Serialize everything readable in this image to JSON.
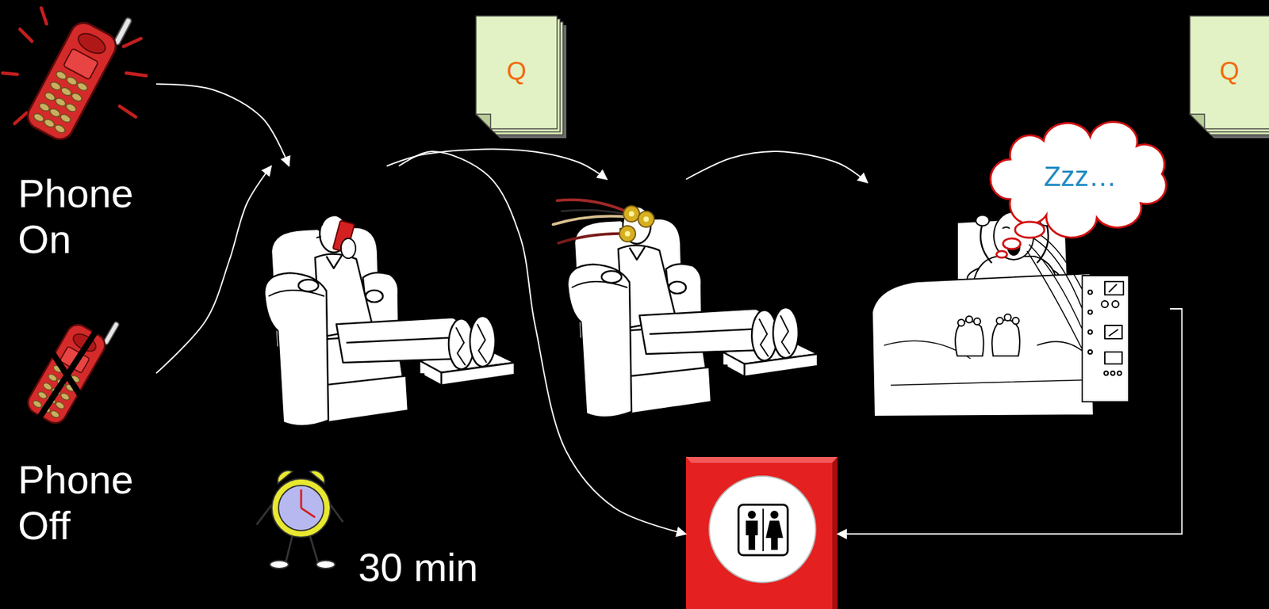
{
  "diagram": {
    "nodes": [
      {
        "text": [
          "Phone On"
        ]
      },
      {
        "text": [
          "Phone Off"
        ]
      },
      {
        "text": [
          "30 min"
        ]
      },
      {
        "text": [
          "Q"
        ]
      },
      {
        "text": []
      },
      {
        "text": [
          "Q"
        ]
      },
      {
        "text": [
          "Zzz…"
        ]
      },
      {
        "text": []
      }
    ],
    "edges": [
      {
        "from": 0,
        "to": 2,
        "arrow": "to"
      },
      {
        "from": 1,
        "to": 2,
        "arrow": "to"
      },
      {
        "from": 2,
        "to": 4,
        "arrow": "to"
      },
      {
        "from": 2,
        "to": 7,
        "arrow": "to"
      },
      {
        "from": 4,
        "to": 6,
        "arrow": "to"
      },
      {
        "from": 6,
        "to": 7,
        "arrow": "to"
      }
    ]
  }
}
